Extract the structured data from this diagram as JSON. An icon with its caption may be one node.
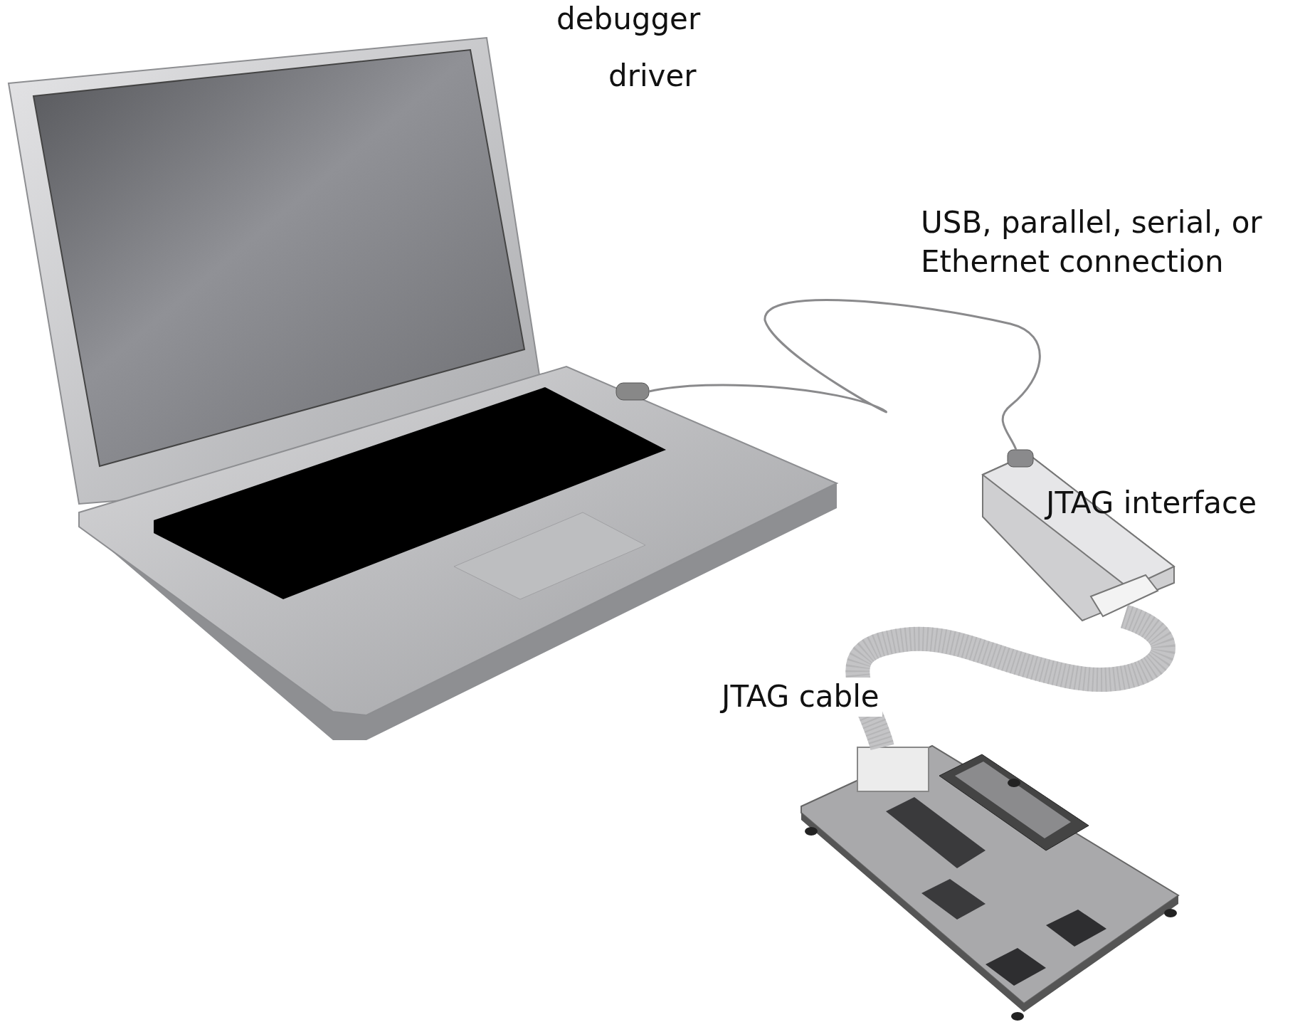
{
  "diagram": {
    "nodes": [
      {
        "text": [
          "debugger",
          "driver"
        ]
      },
      {
        "text": [],
        "shape": "picture",
        "beside": [
          "JTAG interface"
        ]
      },
      {
        "text": [],
        "shape": "picture"
      }
    ],
    "edges": [
      {
        "from": 0,
        "to": 1,
        "arrow": "none",
        "label": "USB, parallel, serial, or Ethernet connection"
      },
      {
        "from": 1,
        "to": 2,
        "arrow": "none",
        "label": "JTAG cable",
        "style": "thick"
      }
    ]
  }
}
